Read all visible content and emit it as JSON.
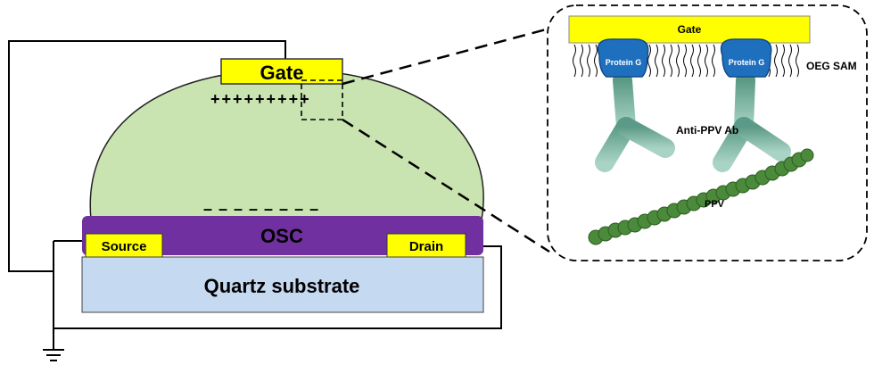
{
  "device": {
    "gate_label": "Gate",
    "osc_label": "OSC",
    "source_label": "Source",
    "drain_label": "Drain",
    "substrate_label": "Quartz substrate",
    "positive_charges": "+++++++++",
    "negative_charges": "– – – – – – – –"
  },
  "zoom": {
    "gate_label": "Gate",
    "protein_label_1": "Protein G",
    "protein_label_2": "Protein G",
    "sam_label": "OEG SAM",
    "antibody_label": "Anti-PPV Ab",
    "ppv_label": "PPV"
  },
  "colors": {
    "gate": "#ffff00",
    "electrolyte": "#c9e4b0",
    "osc": "#7030a0",
    "substrate": "#c5d9f1",
    "protein": "#1f6fbf",
    "antibody": "#6fa896",
    "ppv": "#4a8a3a"
  }
}
